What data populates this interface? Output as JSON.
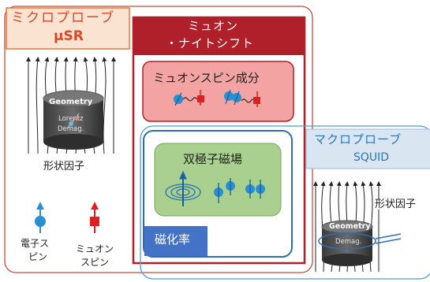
{
  "micro_probe": {
    "title_jp": "ミクロプローブ",
    "title_en": "μSR",
    "geometry_label": "Geometry",
    "geometry_sub1": "Lorentz",
    "geometry_sub2": "Demag.",
    "shape_factor": "形状因子",
    "electron_spin_line1": "電子ス",
    "electron_spin_line2": "ピン",
    "muon_spin_line1": "ミュオン",
    "muon_spin_line2": "スピン"
  },
  "knight_shift": {
    "title_line1": "ミュオン",
    "title_line2": "・ナイトシフト",
    "muon_spin_component": "ミュオンスピン成分",
    "dipole_field": "双極子磁場",
    "susceptibility": "磁化率"
  },
  "macro_probe": {
    "title_jp": "マクロプローブ",
    "title_en": "SQUID",
    "shape_factor": "形状因子",
    "geometry_label": "Geometry",
    "geometry_sub": "Demag."
  },
  "colors": {
    "micro_title_bg": "#fbe3d2",
    "micro_title_border": "#e07b39",
    "micro_title_text": "#d9472b",
    "knight_border": "#b0202a",
    "knight_header_bg": "#b0202a",
    "muon_component_bg": "#f4a3a3",
    "dipole_bg": "#a9d08e",
    "macro_title_bg": "#d9e6f2",
    "macro_title_text": "#2e74b5",
    "susceptibility_bg": "#4472c4",
    "electron_blue": "#2a8fd1",
    "muon_red": "#e02020"
  }
}
